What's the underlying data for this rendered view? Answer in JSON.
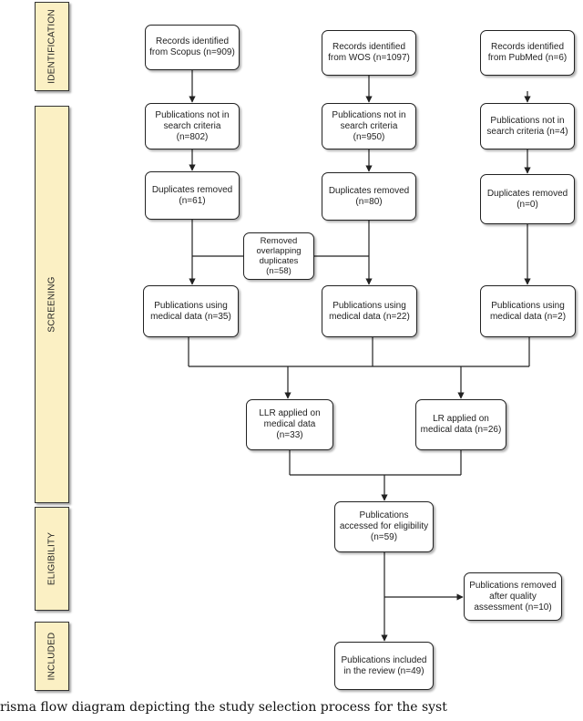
{
  "phases": {
    "identification": "IDENTIFICATION",
    "screening": "SCREENING",
    "eligibility": "ELIGIBILITY",
    "included": "INCLUDED"
  },
  "boxes": {
    "scopus_records": "Records identified\nfrom Scopus (n=909)",
    "wos_records": "Records identified\nfrom WOS (n=1097)",
    "pubmed_records": "Records identified\nfrom PubMed (n=6)",
    "scopus_not_criteria": "Publications not in\nsearch criteria\n(n=802)",
    "wos_not_criteria": "Publications not in\nsearch criteria\n(n=950)",
    "pubmed_not_criteria": "Publications not in\nsearch criteria (n=4)",
    "scopus_duplicates": "Duplicates removed\n(n=61)",
    "wos_duplicates": "Duplicates removed\n(n=80)",
    "pubmed_duplicates": "Duplicates removed\n(n=0)",
    "overlapping_duplicates": "Removed\noverlapping\nduplicates\n(n=58)",
    "scopus_medical": "Publications using\nmedical data (n=35)",
    "wos_medical": "Publications using\nmedical data (n=22)",
    "pubmed_medical": "Publications using\nmedical data (n=2)",
    "llr_applied": "LLR applied on\nmedical data\n(n=33)",
    "lr_applied": "LR applied on\nmedical data (n=26)",
    "eligibility_assessed": "Publications\naccessed for eligibility\n(n=59)",
    "quality_removed": "Publications removed\nafter quality\nassessment (n=10)",
    "included_review": "Publications included\nin the review (n=49)"
  },
  "caption": "risma flow diagram depicting the study selection process for the syst"
}
